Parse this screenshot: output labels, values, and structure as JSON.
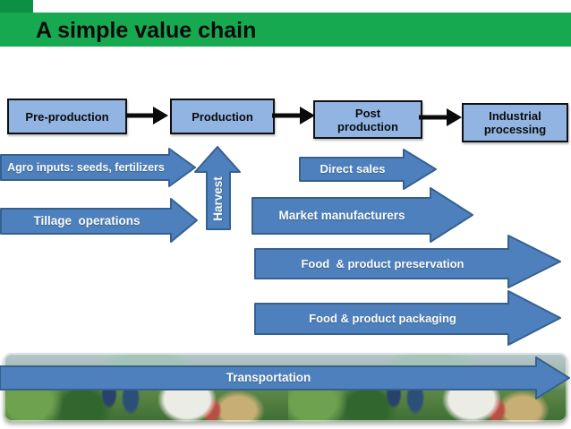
{
  "title": "A simple value chain",
  "process_boxes": [
    {
      "label": "Pre-production"
    },
    {
      "label": "Production"
    },
    {
      "label": "Post production"
    },
    {
      "label": "Industrial processing"
    }
  ],
  "arrows": {
    "agro_inputs": {
      "label": "Agro inputs: seeds, fertilizers"
    },
    "tillage": {
      "label": "Tillage  operations"
    },
    "harvest": {
      "label": "Harvest"
    },
    "direct_sales": {
      "label": "Direct sales"
    },
    "market_manufacturers": {
      "label": "Market manufacturers"
    },
    "food_preservation": {
      "label": "Food  & product preservation"
    },
    "food_packaging": {
      "label": "Food & product packaging"
    },
    "transportation": {
      "label": "Transportation"
    }
  },
  "colors": {
    "header_green": "#17a950",
    "header_green_dark": "#0c9143",
    "process_box_fill": "#92b4e3",
    "arrow_fill": "#4d80bc",
    "arrow_border": "#36618f",
    "connector_black": "#0b0b0b"
  }
}
